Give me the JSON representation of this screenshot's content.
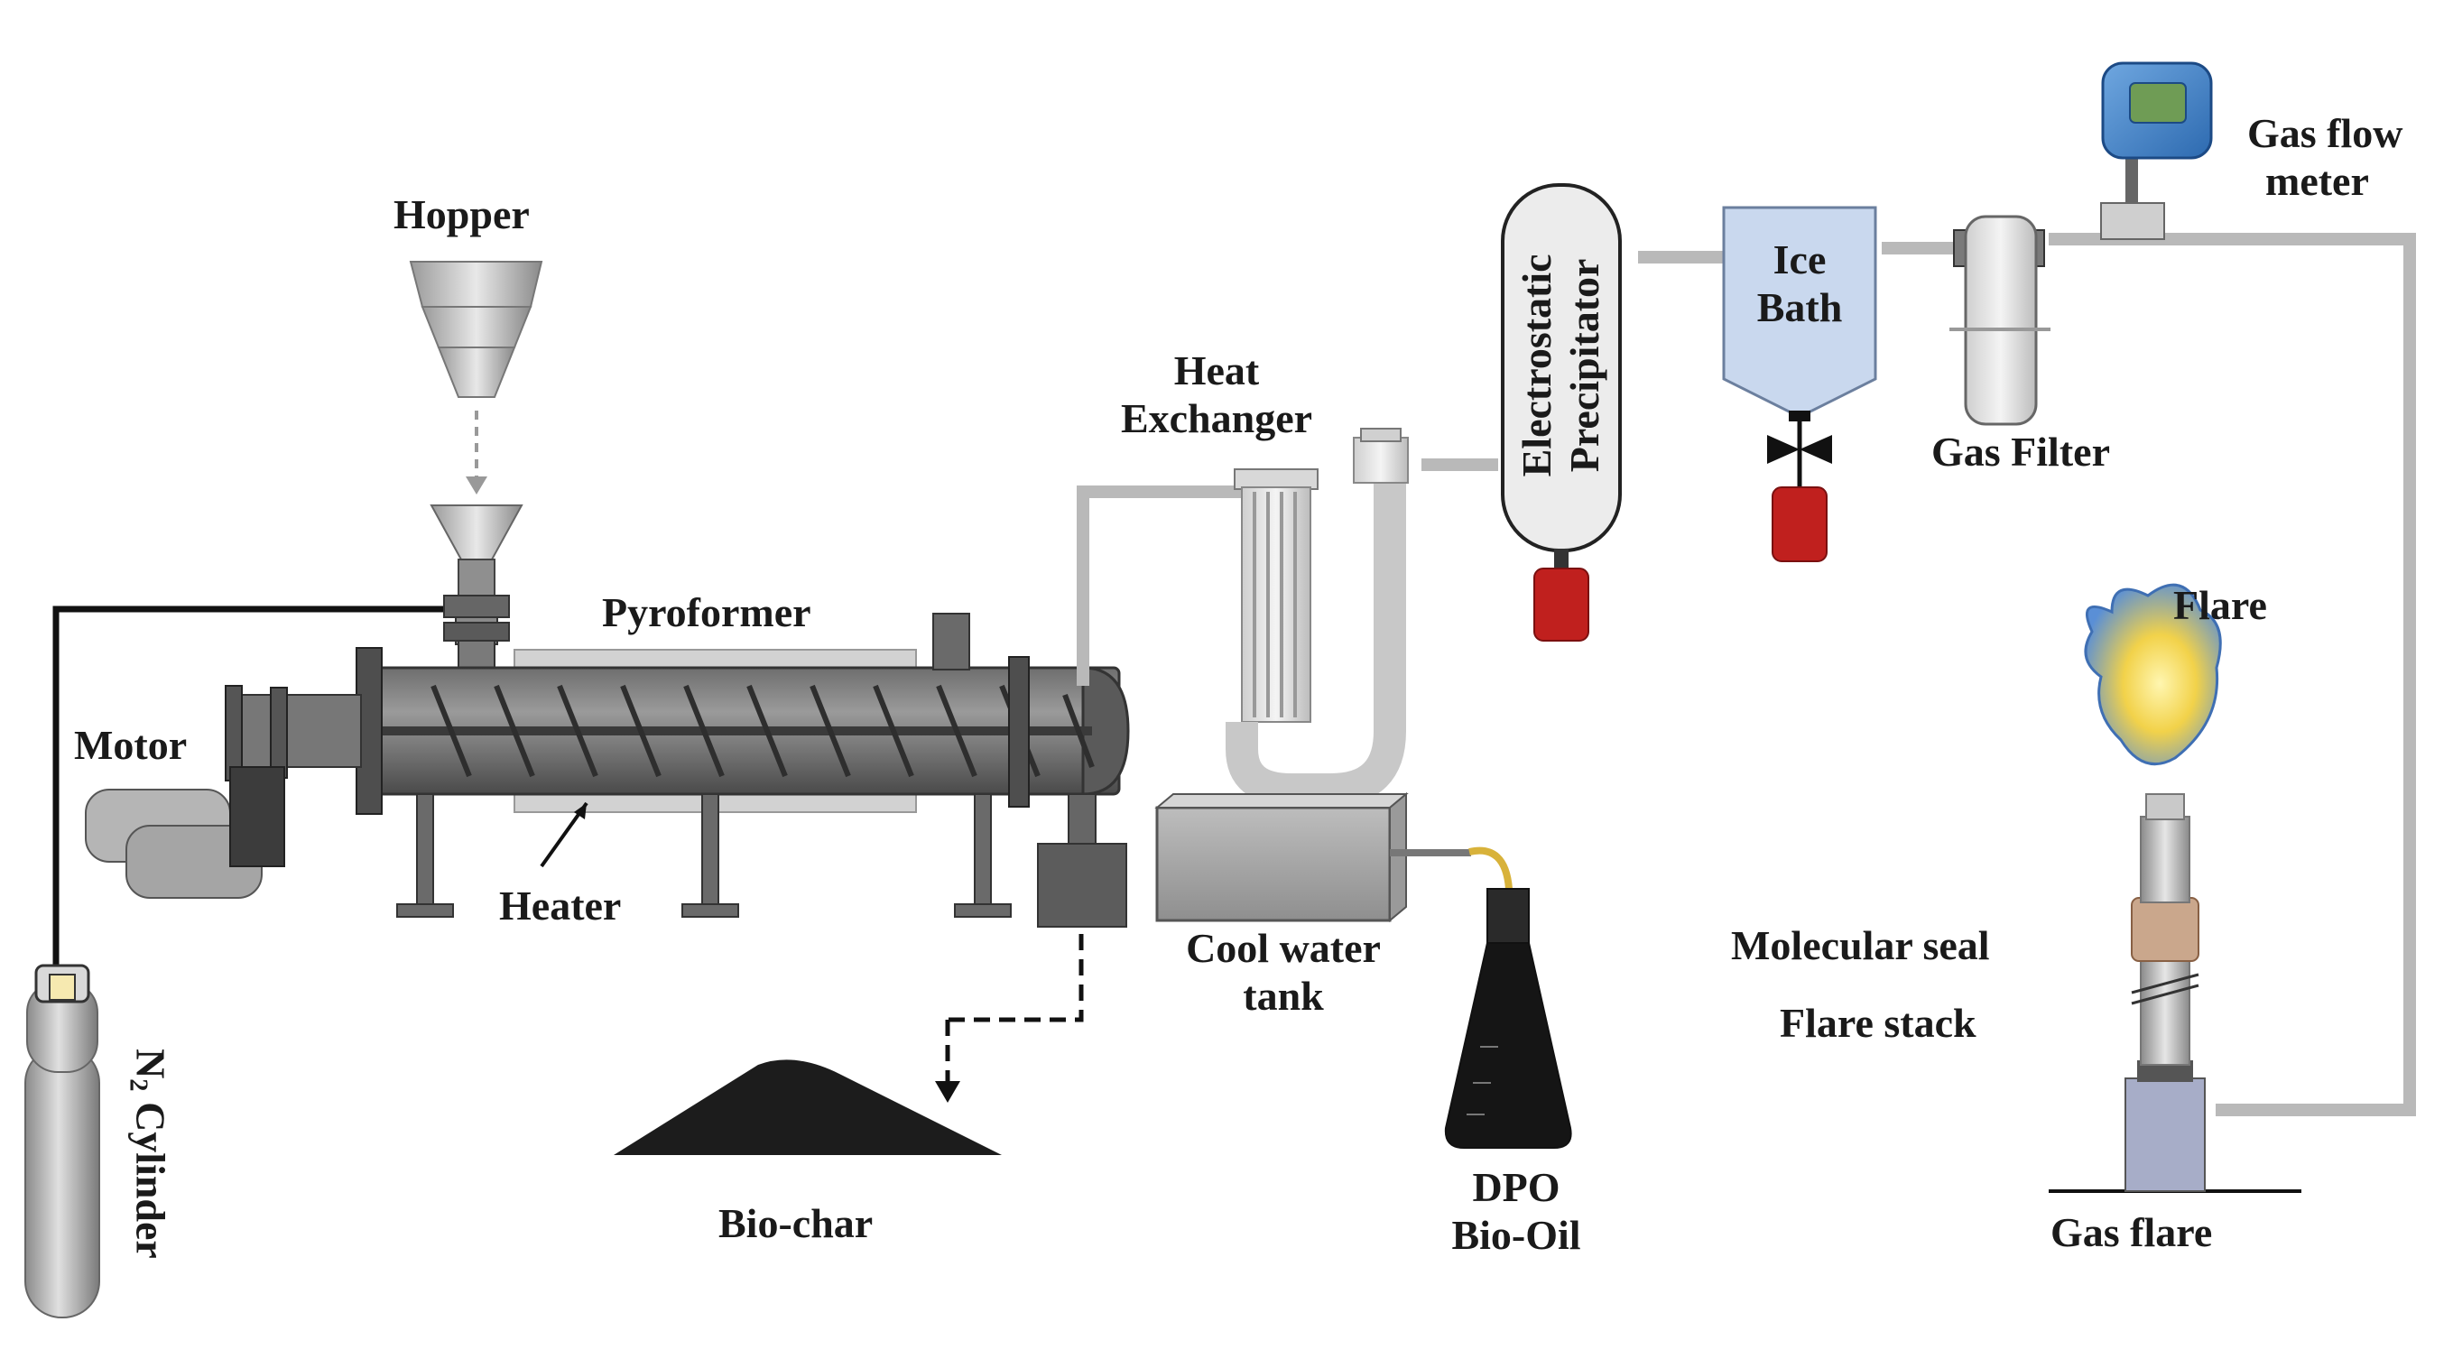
{
  "labels": {
    "hopper": "Hopper",
    "pyroformer": "Pyroformer",
    "motor": "Motor",
    "heater": "Heater",
    "n2_cylinder_main": "N",
    "n2_cylinder_sub": "2",
    "n2_cylinder_rest": " Cylinder",
    "bio_char": "Bio-char",
    "heat_exchanger_1": "Heat",
    "heat_exchanger_2": "Exchanger",
    "cool_water_tank_1": "Cool water",
    "cool_water_tank_2": "tank",
    "dpo_bio_oil_1": "DPO",
    "dpo_bio_oil_2": "Bio-Oil",
    "electrostatic_precipitator_1": "Electrostatic",
    "electrostatic_precipitator_2": "Precipitator",
    "ice_bath_1": "Ice",
    "ice_bath_2": "Bath",
    "gas_filter": "Gas Filter",
    "gas_flow_meter_1": "Gas flow",
    "gas_flow_meter_2": "meter",
    "flare": "Flare",
    "molecular_seal": "Molecular seal",
    "flare_stack": "Flare stack",
    "gas_flare": "Gas flare"
  },
  "colors": {
    "pipe": "#b9b9b9",
    "metal_dark": "#5a5a5a",
    "metal_mid": "#8c8c8c",
    "collector_red": "#c0201e",
    "ice_bath_fill": "#c9d8ee",
    "flame_blue": "#5a8fd6",
    "flame_yellow": "#f2d24a"
  }
}
